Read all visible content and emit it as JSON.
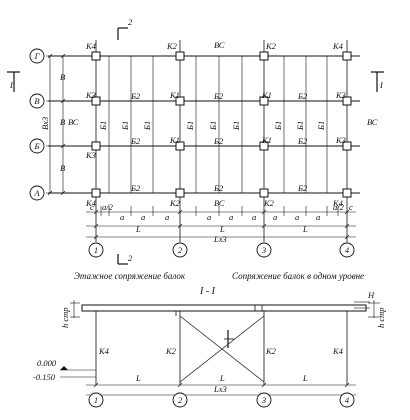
{
  "plan": {
    "axis_letters": [
      "Г",
      "В",
      "Б",
      "А"
    ],
    "axis_numbers": [
      "1",
      "2",
      "3",
      "4"
    ],
    "section_mark": "2",
    "cut_mark": "I",
    "span_label_left": "В",
    "span_total_left": "Вх3",
    "columns": {
      "k1": "К1",
      "k2": "К2",
      "k3": "К3",
      "k4": "К4"
    },
    "beams": {
      "b1": "Б1",
      "b2": "Б2",
      "vs": "ВС"
    },
    "bottom_dims": [
      "c",
      "a",
      "a",
      "a/2",
      "a",
      "a",
      "a",
      "a",
      "a",
      "a",
      "a",
      "a/2",
      "c"
    ],
    "span": "L",
    "span_total": "Lx3"
  },
  "section": {
    "title": "I - I",
    "caption_left": "Этажное сопряжение балок",
    "caption_right": "Сопряжение балок в одном уровне",
    "h_label": "H",
    "h_str": "h стр",
    "level_top": "0.000",
    "level_bottom": "-0.150",
    "columns": [
      "К4",
      "К2",
      "К2",
      "К4"
    ],
    "span": "L",
    "span_total": "Lx3"
  }
}
